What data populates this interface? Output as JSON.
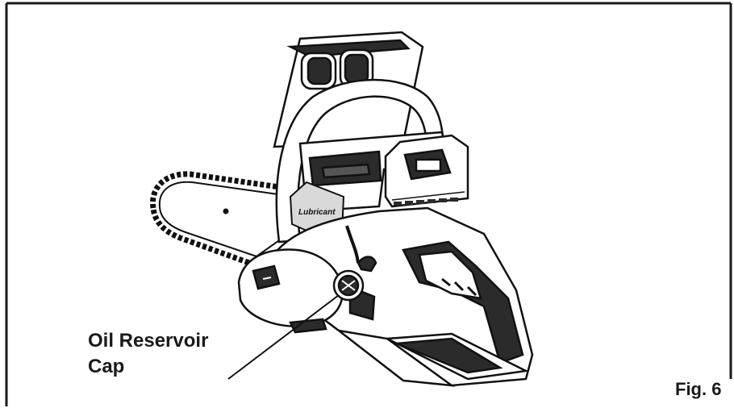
{
  "callout": {
    "line1": "Oil Reservoir",
    "line2": "Cap"
  },
  "figure_label": "Fig. 6",
  "sticker_text": "Lubricant",
  "colors": {
    "frame": "#1a1a1a",
    "outline": "#111111",
    "body_fill": "#ffffff",
    "dark_part": "#2b2b2b",
    "sticker_fill": "#d9d9d9"
  }
}
